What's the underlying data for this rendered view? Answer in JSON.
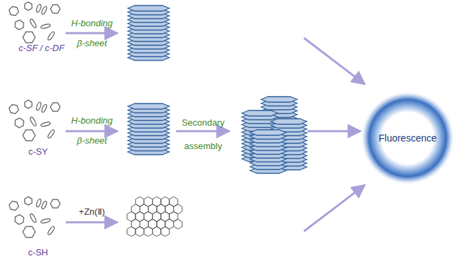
{
  "diagram": {
    "nodes": [
      {
        "text": [
          "Fluorescence"
        ]
      }
    ],
    "labels": [
      "c-SF / c-DF",
      "H-bonding",
      "β-sheet",
      "c-SY",
      "H-bonding",
      "β-sheet",
      "Secondary assembly",
      "c-SH",
      "+Zn(Ⅱ)"
    ]
  }
}
